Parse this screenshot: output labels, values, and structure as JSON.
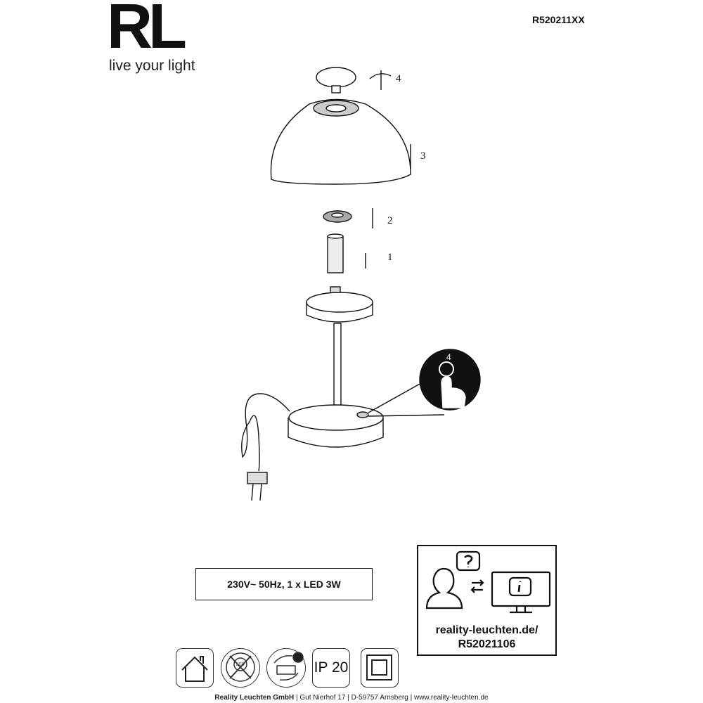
{
  "logo": {
    "mark": "RL",
    "tagline": "live your light"
  },
  "part_number": "R520211XX",
  "steps": [
    "1",
    "2",
    "3",
    "4"
  ],
  "touch_icon_label": "4",
  "spec": "230V~ 50Hz, 1 x LED 3W",
  "info": {
    "url_line1": "reality-leuchten.de/",
    "url_line2": "R52021106"
  },
  "icons": [
    {
      "name": "indoor-use-icon"
    },
    {
      "name": "no-bulb-replacement-icon",
      "label": "LED"
    },
    {
      "name": "driver-replacement-icon"
    },
    {
      "name": "ip-rating-icon",
      "label": "IP 20"
    },
    {
      "name": "protection-class-2-icon"
    }
  ],
  "footer": {
    "company": "Reality Leuchten GmbH",
    "street": "Gut Nierhof 17",
    "city": "D-59757 Arnsberg",
    "web": "www.reality-leuchten.de",
    "separator": "|"
  }
}
